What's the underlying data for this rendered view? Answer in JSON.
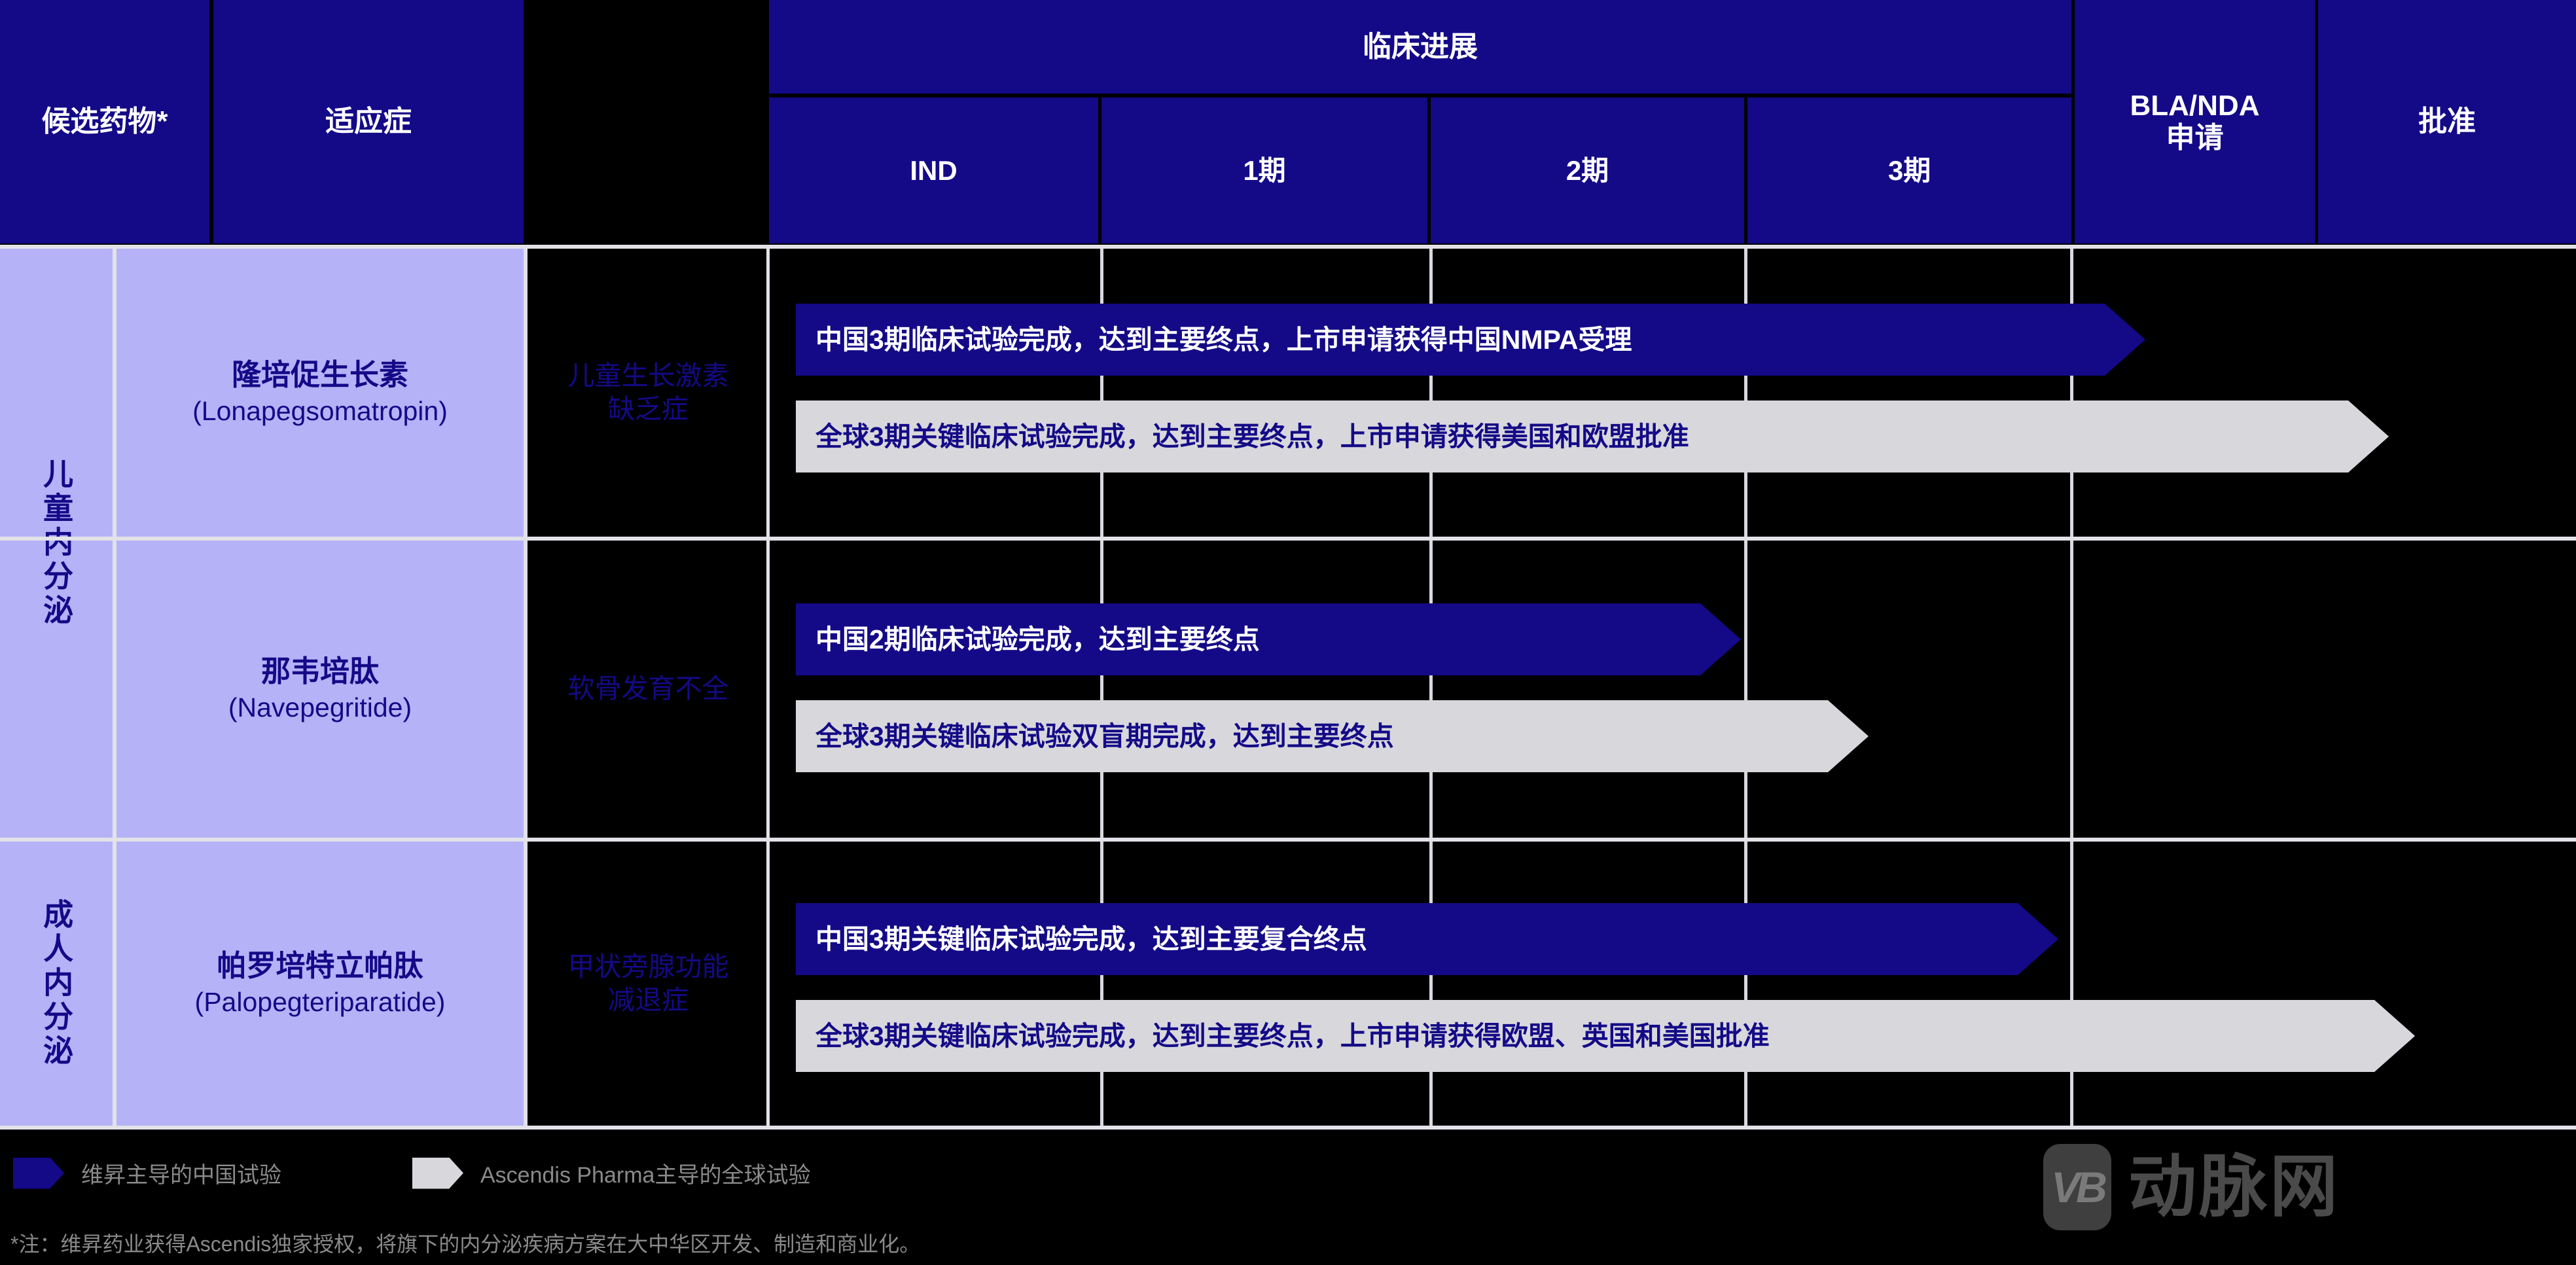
{
  "header": {
    "col_drug": "候选药物*",
    "col_indication": "适应症",
    "group_progress": "临床进展",
    "phases": [
      "IND",
      "1期",
      "2期",
      "3期"
    ],
    "col_bla": "BLA/NDA\n申请",
    "col_bla_line1": "BLA/NDA",
    "col_bla_line2": "申请",
    "col_approval": "批准"
  },
  "categories": [
    {
      "label": "儿童内分泌"
    },
    {
      "label": "成人内分泌"
    }
  ],
  "rows": [
    {
      "drug_cn": "隆培促生长素",
      "drug_en": "(Lonapegsomatropin)",
      "indication": "儿童生长激素\n缺乏症",
      "indication_line1": "儿童生长激素",
      "indication_line2": "缺乏症",
      "bars": [
        {
          "type": "china",
          "text": "中国3期临床试验完成，达到主要终点，上市申请获得中国NMPA受理"
        },
        {
          "type": "global",
          "text": "全球3期关键临床试验完成，达到主要终点，上市申请获得美国和欧盟批准"
        }
      ]
    },
    {
      "drug_cn": "那韦培肽",
      "drug_en": "(Navepegritide)",
      "indication": "软骨发育不全",
      "indication_line1": "软骨发育不全",
      "indication_line2": "",
      "bars": [
        {
          "type": "china",
          "text": "中国2期临床试验完成，达到主要终点"
        },
        {
          "type": "global",
          "text": "全球3期关键临床试验双盲期完成，达到主要终点"
        }
      ]
    },
    {
      "drug_cn": "帕罗培特立帕肽",
      "drug_en": "(Palopegteriparatide)",
      "indication": "甲状旁腺功能\n减退症",
      "indication_line1": "甲状旁腺功能",
      "indication_line2": "减退症",
      "bars": [
        {
          "type": "china",
          "text": "中国3期关键临床试验完成，达到主要复合终点"
        },
        {
          "type": "global",
          "text": "全球3期关键临床试验完成，达到主要终点，上市申请获得欧盟、英国和美国批准"
        }
      ]
    }
  ],
  "legend": [
    {
      "type": "china",
      "label": "维昇主导的中国试验"
    },
    {
      "type": "global",
      "label": "Ascendis Pharma主导的全球试验"
    }
  ],
  "footnote": "*注：维昇药业获得Ascendis独家授权，将旗下的内分泌疾病方案在大中华区开发、制造和商业化。",
  "watermark": {
    "mark": "VB",
    "text": "动脉网"
  },
  "colors": {
    "header_bg": "#140A87",
    "china_bar": "#140A87",
    "global_bar": "#D8D8DC",
    "category_bg": "#B5B2F7",
    "text_navy": "#140A87",
    "rule": "#E2E2E8",
    "page_bg": "#000000"
  }
}
